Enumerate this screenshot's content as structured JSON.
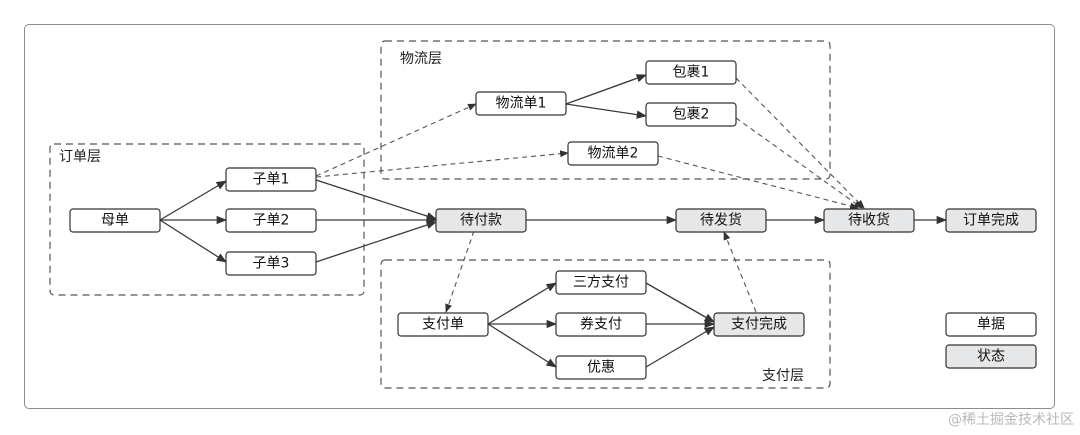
{
  "layers": {
    "order": "订单层",
    "logistics": "物流层",
    "payment": "支付层"
  },
  "nodes": {
    "mother_order": "母单",
    "sub_order_1": "子单1",
    "sub_order_2": "子单2",
    "sub_order_3": "子单3",
    "pending_payment": "待付款",
    "pending_shipment": "待发货",
    "pending_receipt": "待收货",
    "order_complete": "订单完成",
    "logistics_order_1": "物流单1",
    "logistics_order_2": "物流单2",
    "package_1": "包裹1",
    "package_2": "包裹2",
    "payment_order": "支付单",
    "third_party_payment": "三方支付",
    "coupon_payment": "券支付",
    "discount": "优惠",
    "payment_complete": "支付完成"
  },
  "legend": {
    "document": "单据",
    "state": "状态"
  },
  "colors": {
    "state_fill": "#e6e7e8",
    "document_fill": "#ffffff",
    "stroke": "#333333"
  },
  "watermark": "@稀土掘金技术社区"
}
